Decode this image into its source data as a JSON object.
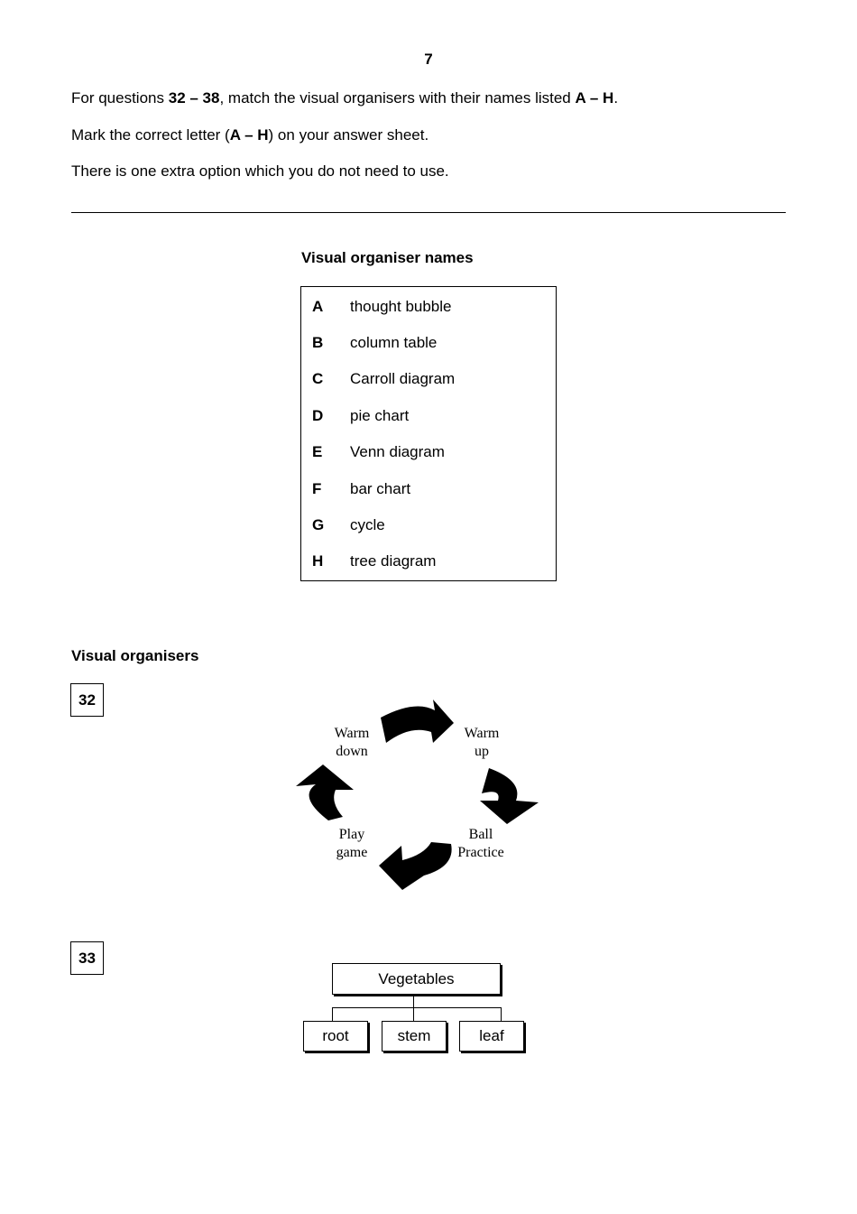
{
  "page_number": "7",
  "instructions": {
    "line1": {
      "pre": "For questions ",
      "range": "32 – 38",
      "mid": ", match the visual organisers with their names listed ",
      "letters": "A – H",
      "post": "."
    },
    "line2": {
      "pre": "Mark the correct letter (",
      "letters": "A – H",
      "post": ") on your answer sheet."
    },
    "line3": "There is one extra option which you do not need to use."
  },
  "names_section": {
    "heading": "Visual organiser names",
    "options": [
      {
        "letter": "A",
        "text": "thought bubble"
      },
      {
        "letter": "B",
        "text": "column table"
      },
      {
        "letter": "C",
        "text": "Carroll diagram"
      },
      {
        "letter": "D",
        "text": "pie chart"
      },
      {
        "letter": "E",
        "text": "Venn diagram"
      },
      {
        "letter": "F",
        "text": "bar chart"
      },
      {
        "letter": "G",
        "text": "cycle"
      },
      {
        "letter": "H",
        "text": "tree diagram"
      }
    ]
  },
  "organisers_section": {
    "heading": "Visual organisers",
    "q32": {
      "number": "32",
      "cycle": {
        "warm_up": [
          "Warm",
          "up"
        ],
        "ball_practice": [
          "Ball",
          "Practice"
        ],
        "play_game": [
          "Play",
          "game"
        ],
        "warm_down": [
          "Warm",
          "down"
        ]
      }
    },
    "q33": {
      "number": "33",
      "tree": {
        "root": "Vegetables",
        "children": [
          "root",
          "stem",
          "leaf"
        ]
      }
    }
  }
}
